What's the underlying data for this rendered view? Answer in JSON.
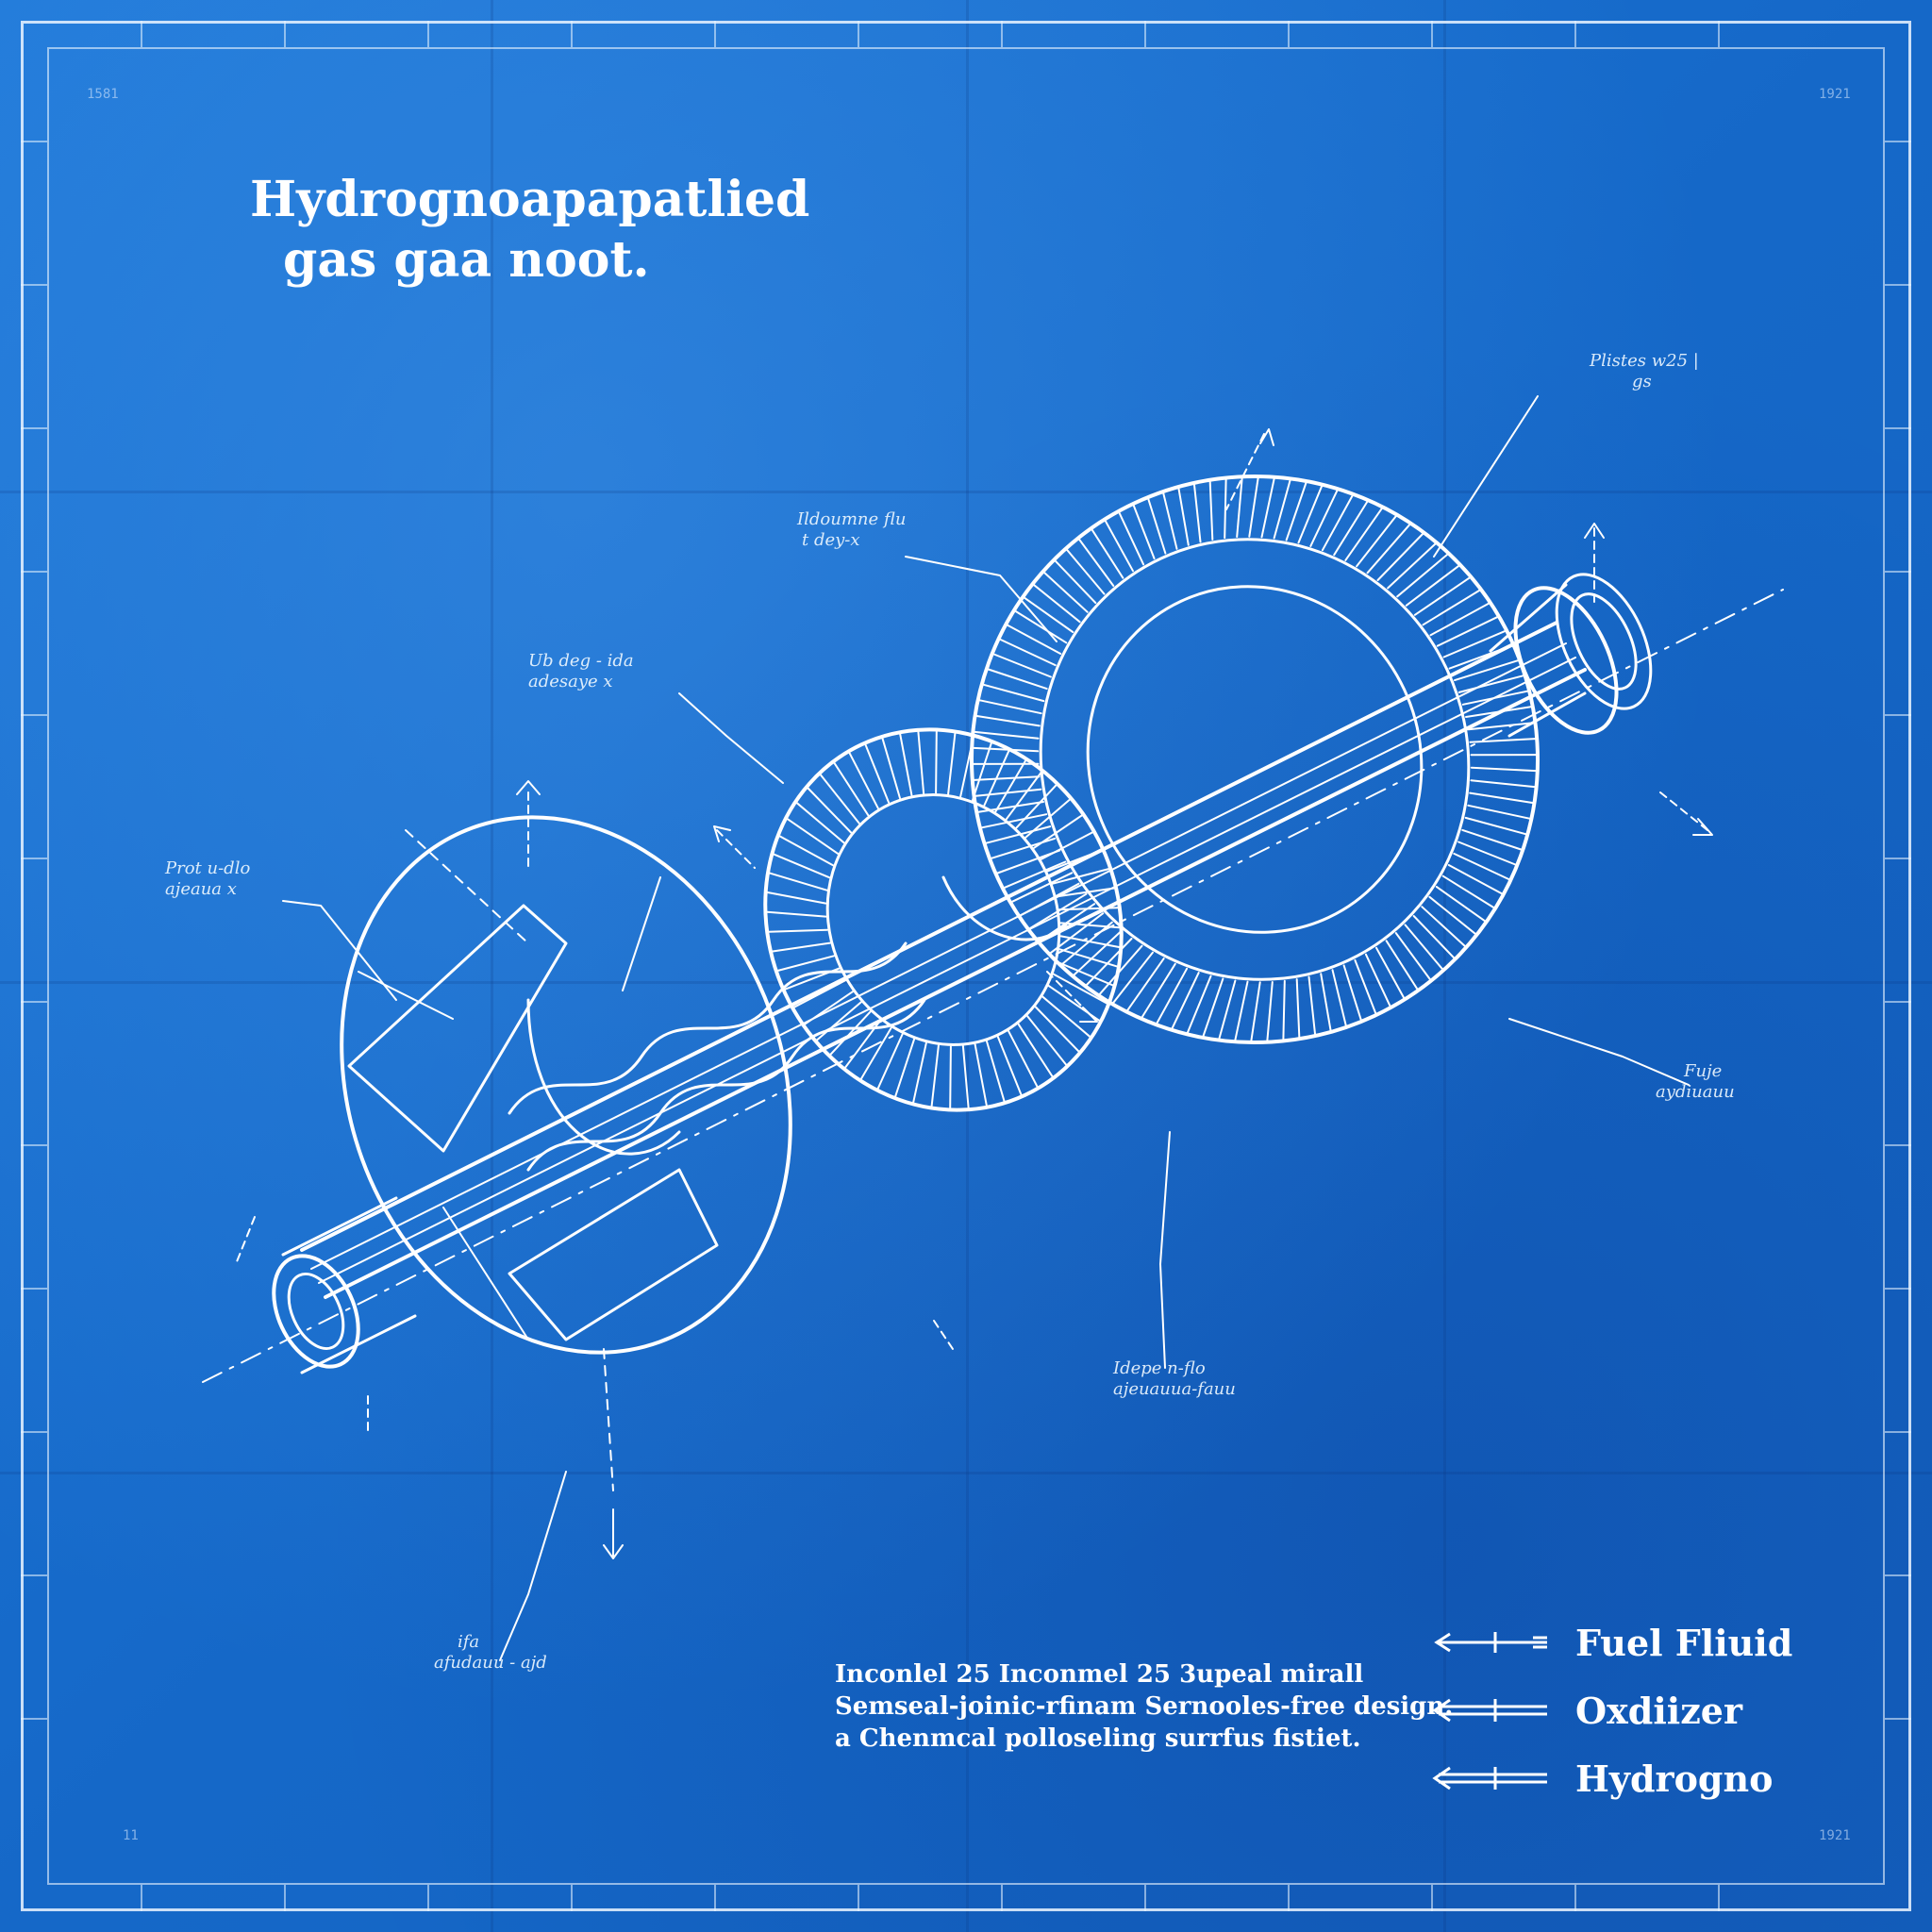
{
  "title": {
    "line1": "Hydrognoapapatlied",
    "line2": "gas gaa noot."
  },
  "corner_marks": {
    "top_left": "1581",
    "top_right": "1921",
    "bottom_left": "11",
    "bottom_right": "1921"
  },
  "spec_text": {
    "line1": "Inconlel 25 Inconmel 25 3upeal mirall",
    "line2": "Semseal-joinic-rfinam Sernooles-free design.",
    "line3": "a Chenmcal polloseling surrfus fistiet."
  },
  "legend": [
    {
      "label": "Fuel Fliuid",
      "arrow_style": "single"
    },
    {
      "label": "Oxdiizer",
      "arrow_style": "double"
    },
    {
      "label": "Hydrogno",
      "arrow_style": "double"
    }
  ],
  "annotations": {
    "note_top_right": "Plistes w25 |",
    "note_top_right_2": "gs",
    "note_top_center": "Ildoumne flu",
    "note_top_center_2": "t dey-x",
    "note_upper_left": "Ub deg - ida",
    "note_upper_left_2": "adesaye x",
    "note_left": "Prot u-dlo",
    "note_left_2": "ajeaua x",
    "note_right": "Fuje",
    "note_right_2": "aydiuauu",
    "note_bottom_center": "Idepe n-flo",
    "note_bottom_center_2": "ajeuauua-fauu",
    "note_bottom_left": "ifa",
    "note_bottom_left_2": "afudauu - ajd"
  },
  "colors": {
    "paper": "#1a6fd0",
    "ink": "#ffffff"
  }
}
